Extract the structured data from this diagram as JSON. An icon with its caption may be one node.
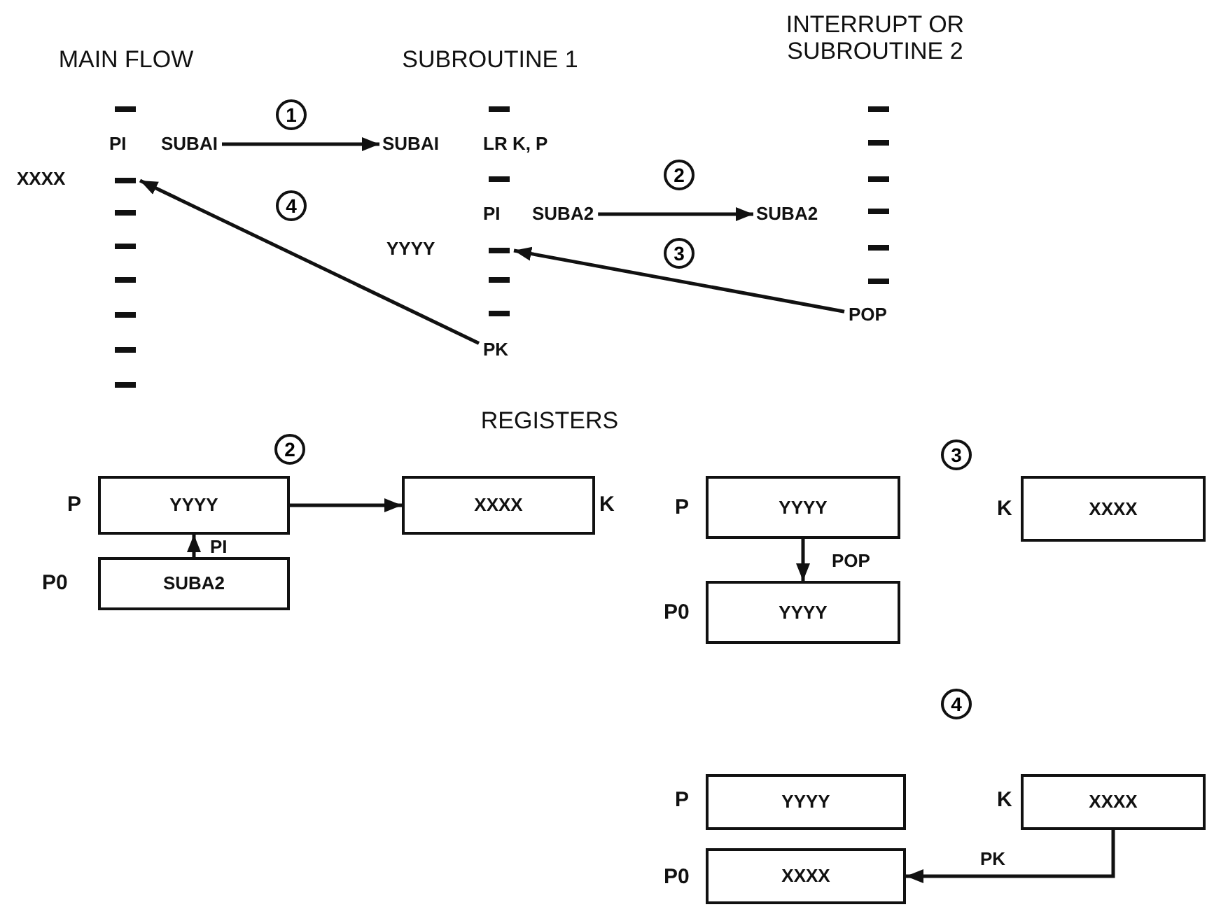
{
  "diagram": {
    "nodes": [
      {
        "text": [
          "SUBAI"
        ]
      },
      {
        "text": [
          "SUBAI"
        ]
      },
      {
        "text": [
          "SUBA2"
        ]
      },
      {
        "text": [
          "SUBA2"
        ]
      },
      {
        "text": [
          "PK"
        ]
      },
      {
        "text": [],
        "shape": "bar"
      },
      {
        "text": [
          "POP"
        ]
      },
      {
        "text": [],
        "shape": "bar"
      },
      {
        "text": [
          "YYYY"
        ],
        "beside": [
          "P"
        ]
      },
      {
        "text": [
          "XXXX"
        ],
        "beside": [
          "K"
        ]
      },
      {
        "text": [
          "SUBA2"
        ],
        "beside": [
          "P0"
        ]
      },
      {
        "text": [
          "YYYY"
        ],
        "beside": [
          "P"
        ]
      },
      {
        "text": [
          "YYYY"
        ],
        "beside": [
          "P0"
        ]
      },
      {
        "text": [
          "XXXX"
        ],
        "beside": [
          "K"
        ]
      },
      {
        "text": [
          "YYYY"
        ],
        "beside": [
          "P"
        ]
      },
      {
        "text": [
          "XXXX"
        ],
        "beside": [
          "K"
        ]
      },
      {
        "text": [
          "XXXX"
        ],
        "beside": [
          "P0"
        ]
      }
    ],
    "edges": [
      {
        "from": 0,
        "to": 1,
        "arrow": "to",
        "label": "1"
      },
      {
        "from": 2,
        "to": 3,
        "arrow": "to",
        "label": "2"
      },
      {
        "from": 6,
        "to": 7,
        "arrow": "to",
        "label": "3"
      },
      {
        "from": 4,
        "to": 5,
        "arrow": "to",
        "label": "4"
      },
      {
        "from": 10,
        "to": 8,
        "arrow": "to",
        "label": "PI"
      },
      {
        "from": 8,
        "to": 9,
        "arrow": "to"
      },
      {
        "from": 11,
        "to": 12,
        "arrow": "to",
        "label": "POP"
      },
      {
        "from": 15,
        "to": 16,
        "arrow": "to",
        "label": "PK"
      }
    ],
    "labels": [
      "MAIN FLOW",
      "SUBROUTINE 1",
      "INTERRUPT OR SUBROUTINE 2",
      "PI",
      "XXXX",
      "LR K, P",
      "PI",
      "YYYY",
      "REGISTERS",
      "2",
      "3",
      "4"
    ]
  }
}
